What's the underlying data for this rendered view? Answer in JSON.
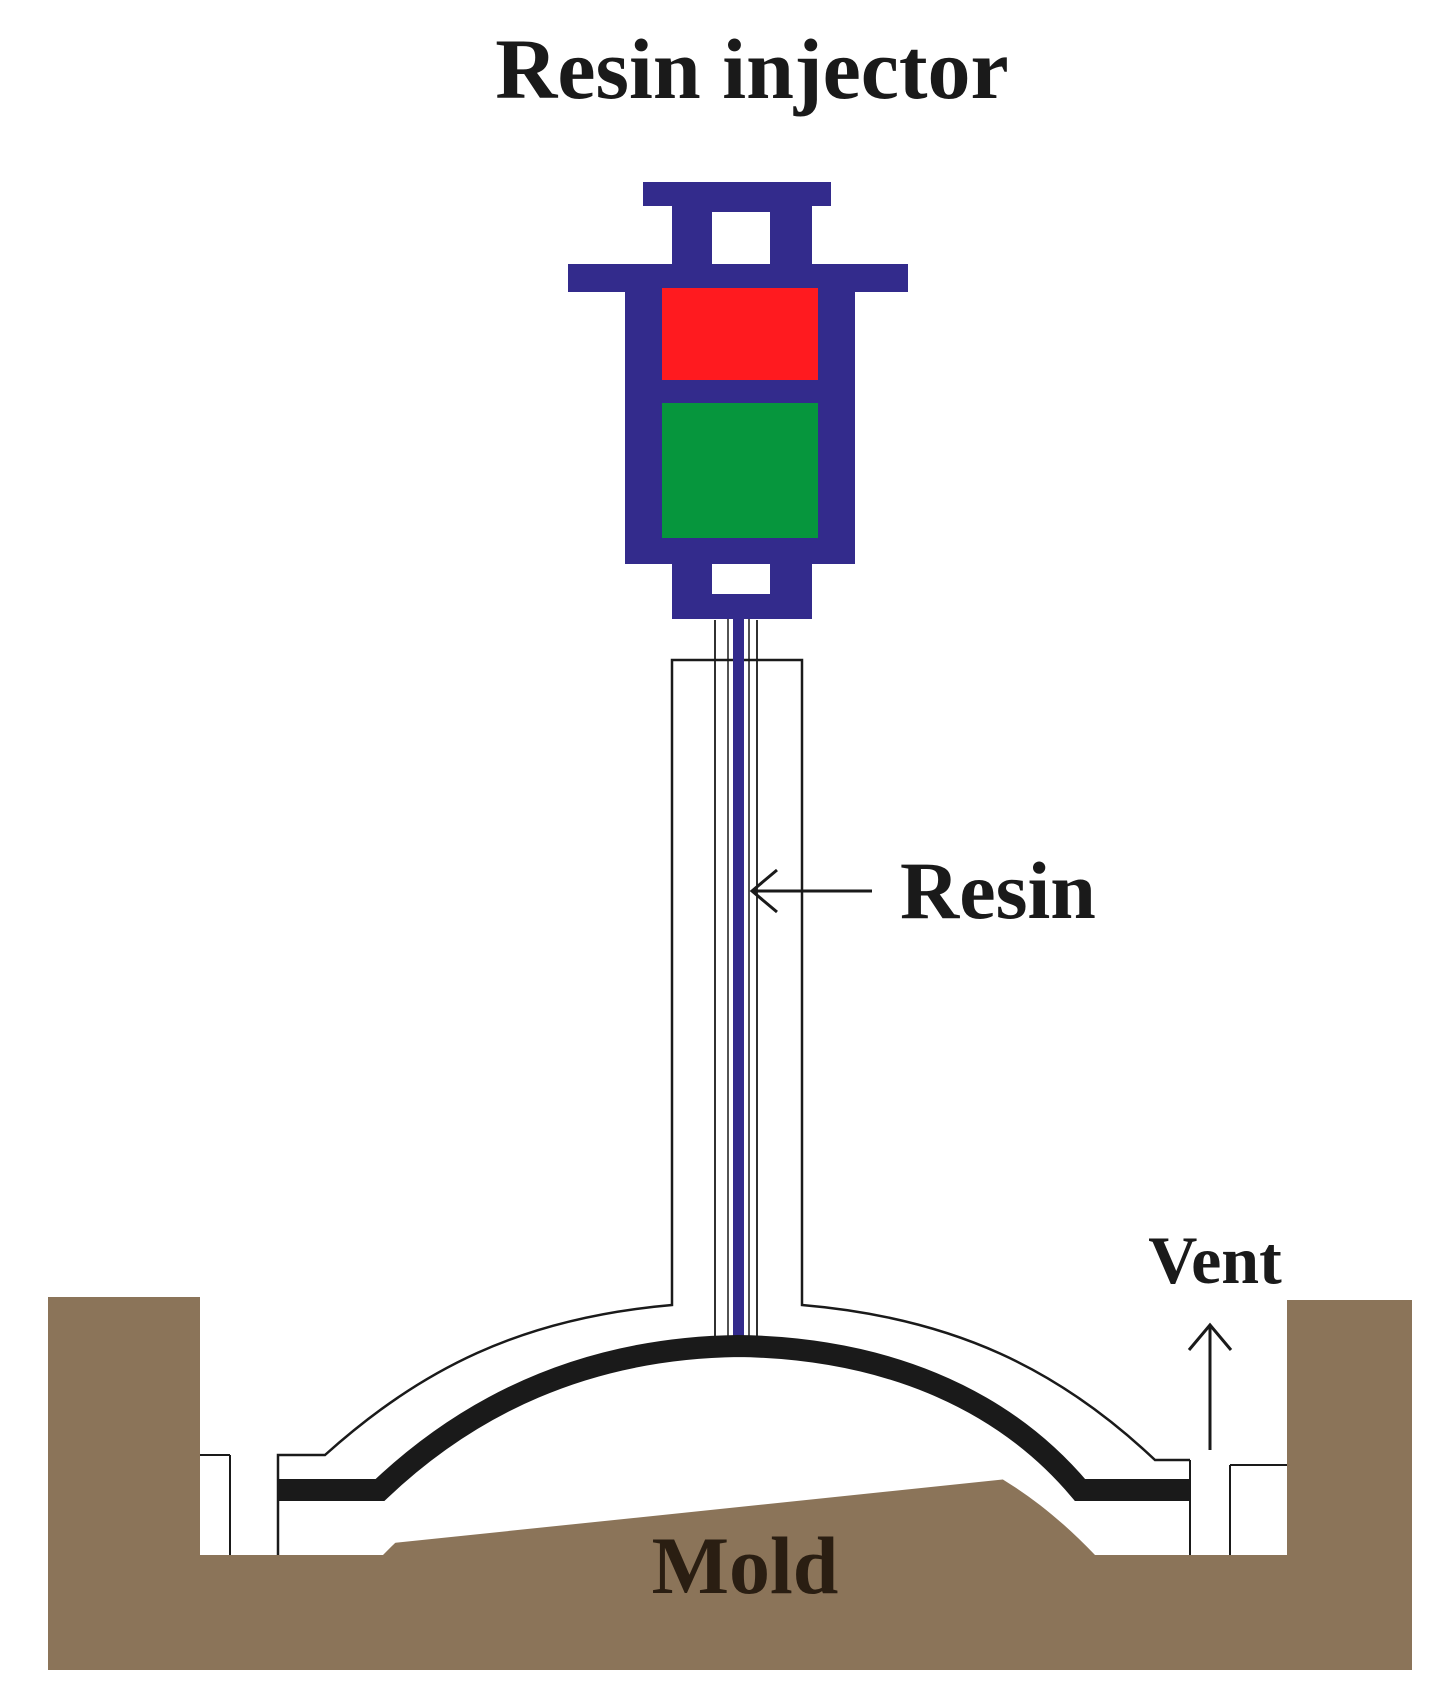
{
  "labels": {
    "title": "Resin injector",
    "resin": "Resin",
    "vent": "Vent",
    "mold": "Mold"
  },
  "colors": {
    "background": "#ffffff",
    "syringe_body": "#332b8c",
    "resin_chamber": "#ff1a1f",
    "hardener_chamber": "#06963d",
    "mold": "#8b7459",
    "preform": "#1a1a1a",
    "outline": "#1a1a1a",
    "text": "#1a1a1a",
    "text_on_mold": "#2a1e12"
  },
  "icons": {
    "resin_arrow": "arrow-left-icon",
    "vent_arrow": "arrow-up-icon"
  }
}
